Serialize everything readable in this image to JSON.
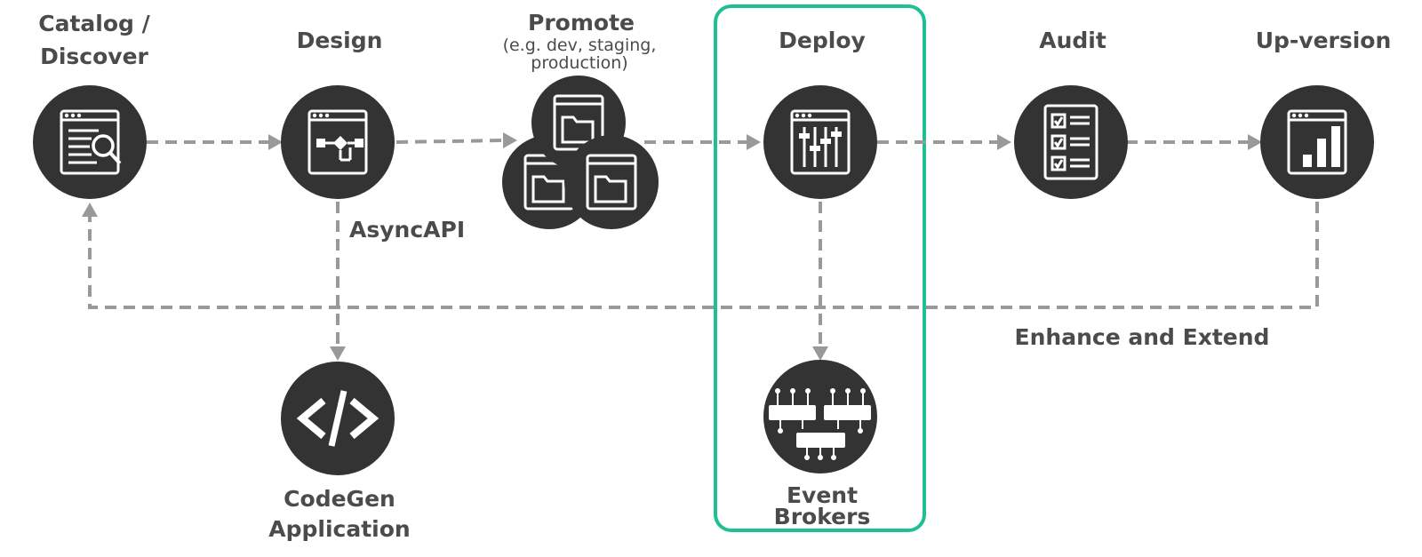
{
  "stages": {
    "catalog": {
      "title_line1": "Catalog /",
      "title_line2": "Discover",
      "icon": "catalog-search-icon"
    },
    "design": {
      "title": "Design",
      "icon": "flow-design-icon"
    },
    "promote": {
      "title": "Promote",
      "subtitle_line1": "(e.g. dev, staging,",
      "subtitle_line2": "production)",
      "icon": "folders-icon"
    },
    "deploy": {
      "title": "Deploy",
      "icon": "mixer-sliders-icon"
    },
    "audit": {
      "title": "Audit",
      "icon": "checklist-icon"
    },
    "upversion": {
      "title": "Up-version",
      "icon": "bar-chart-icon"
    }
  },
  "branches": {
    "asyncapi_label": "AsyncAPI",
    "codegen": {
      "line1": "CodeGen",
      "line2": "Application",
      "icon": "code-icon"
    },
    "brokers": {
      "line1": "Event",
      "line2": "Brokers",
      "icon": "event-broker-network-icon"
    }
  },
  "loop_label": "Enhance and Extend",
  "colors": {
    "highlight": "#1fbf95",
    "disc": "#333333",
    "arrow": "#999999",
    "text": "#4b4b4b"
  }
}
